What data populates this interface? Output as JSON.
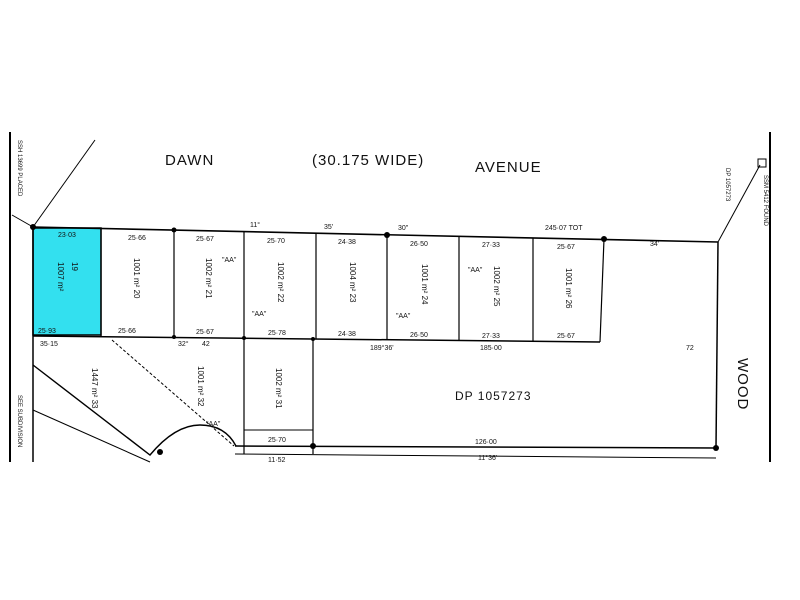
{
  "plan": {
    "roads": {
      "dawn": "DAWN",
      "width": "(30.175 WIDE)",
      "avenue": "AVENUE",
      "wood": "WOOD"
    },
    "dp": "DP 1057273",
    "highlight_color": "#33e0ef",
    "dims": {
      "top_19": "23·03",
      "top_20": "25·66",
      "top_21": "25·67",
      "top_22": "25·70",
      "top_23": "24·38",
      "top_24": "26·50",
      "top_25": "27·33",
      "top_26": "25·67",
      "top_total": "245·07 TOT",
      "mid_19": "25·93",
      "mid_20": "25·66",
      "mid_21": "25·67",
      "mid_22": "25·78",
      "mid_23": "24·38",
      "mid_24": "26·50",
      "mid_25": "27·33",
      "mid_26": "25·67",
      "left_mid": "35·15",
      "bottom_a": "25·70",
      "bottom_b": "11·52",
      "bottom_right": "126·00",
      "right_side": "72"
    },
    "bearings": {
      "b1": "11°",
      "b2": "35'",
      "b3": "30\"",
      "b4": "32°",
      "b5": "42",
      "b6": "34'",
      "b7": "189°36'",
      "b8": "185·00",
      "b9": "11°36'"
    },
    "lots": {
      "l19_area": "1007 m²",
      "l19_num": "19",
      "l20": "1001 m²  20",
      "l21": "1002 m²  21",
      "l22": "1002 m²  22",
      "l23": "1004 m²  23",
      "l24": "1001 m²  24",
      "l25": "1002 m²  25",
      "l26": "1001 m²  26",
      "l31": "1002 m²  31",
      "l32": "1001 m²  32",
      "l33": "1447 m²  33"
    },
    "aa": "\"AA\"",
    "side_labels": {
      "left_a": "SSH 13699 PLACED",
      "left_b": "SEE SUBDIVISION",
      "right_a": "SSM 5412 FOUND",
      "right_b": "DP 1057273"
    }
  }
}
